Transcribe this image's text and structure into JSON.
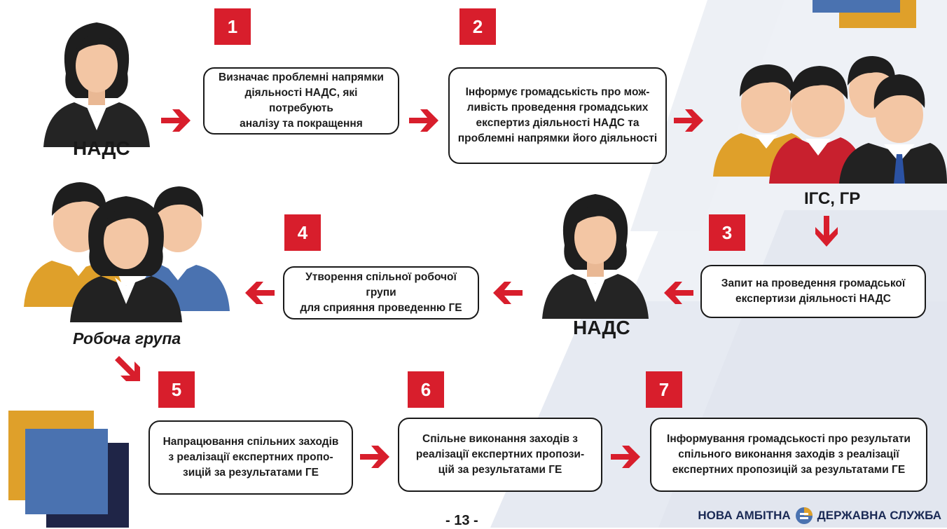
{
  "actors": {
    "nads_top": "НАДС",
    "igs_gr": "ІГС, ГР",
    "nads_mid": "НАДС",
    "working_group": "Робоча група"
  },
  "steps": [
    {
      "num": "1",
      "lines": [
        "Визначає проблемні напрямки",
        "діяльності НАДС, які потребують",
        "аналізу та покращення"
      ]
    },
    {
      "num": "2",
      "lines": [
        "Інформує громадськість про мож-",
        "ливість проведення громадських",
        "експертиз діяльності НАДС та",
        "проблемні напрямки його діяльності"
      ]
    },
    {
      "num": "3",
      "lines": [
        "Запит на проведення громадської",
        "експертизи діяльності НАДС"
      ]
    },
    {
      "num": "4",
      "lines": [
        "Утворення спільної робочої групи",
        "для сприяння проведенню ГЕ"
      ]
    },
    {
      "num": "5",
      "lines": [
        "Напрацювання спільних заходів",
        "з реалізації експертних пропо-",
        "зицій за результатами ГЕ"
      ]
    },
    {
      "num": "6",
      "lines": [
        "Спільне виконання заходів з",
        "реалізації експертних пропози-",
        "цій за результатами ГЕ"
      ]
    },
    {
      "num": "7",
      "lines": [
        "Інформування громадськості про результати",
        "спільного виконання заходів з реалізації",
        "експертних пропозицій за результатами ГЕ"
      ]
    }
  ],
  "page_number": "- 13 -",
  "brand": {
    "left": "НОВА АМБІТНА",
    "right": "ДЕРЖАВНА СЛУЖБА"
  },
  "colors": {
    "red": "#d81e2c",
    "navy": "#1f2547",
    "blue": "#4a72b0",
    "gold": "#dfa02a",
    "skin": "#f3c6a4",
    "hair": "#1e1e1e"
  }
}
